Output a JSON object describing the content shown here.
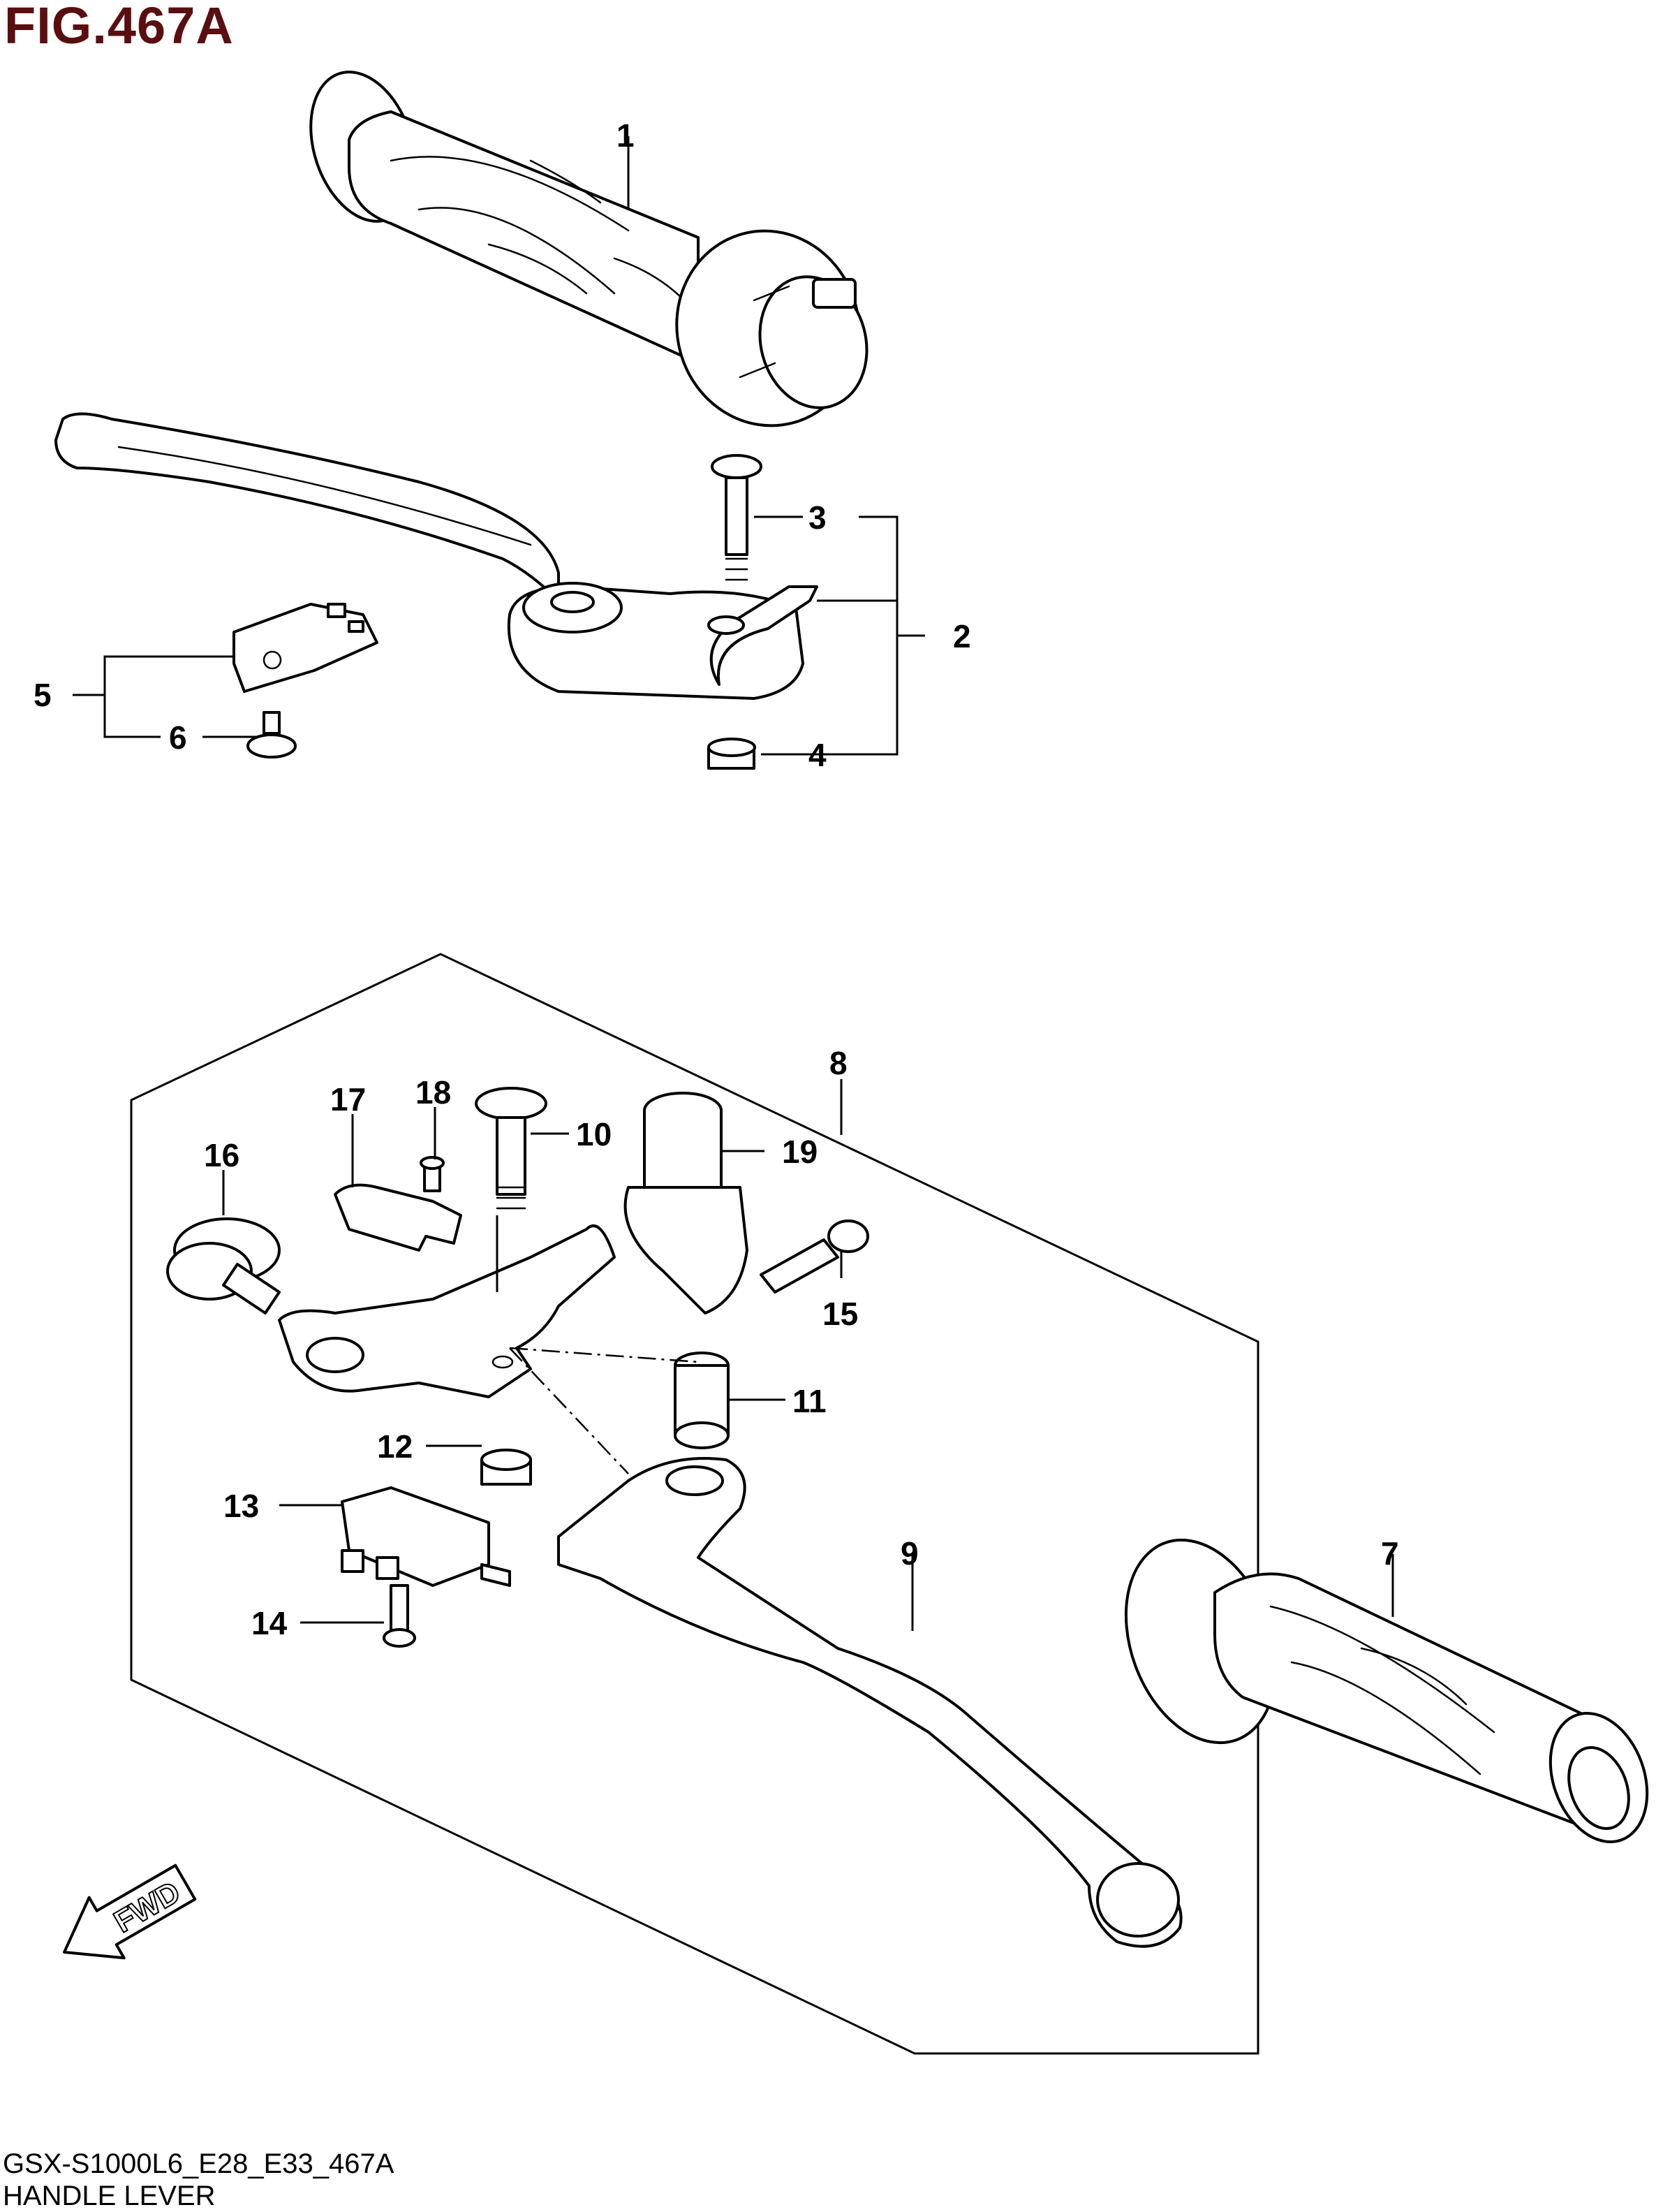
{
  "figure": {
    "title": "FIG.467A"
  },
  "footer": {
    "model_code": "GSX-S1000L6_E28_E33_467A",
    "section_name": "HANDLE LEVER"
  },
  "fwd_badge": {
    "label": "FWD",
    "icon": "fwd-arrow-icon"
  },
  "callouts": [
    "1",
    "2",
    "3",
    "4",
    "5",
    "6",
    "7",
    "8",
    "9",
    "10",
    "11",
    "12",
    "13",
    "14",
    "15",
    "16",
    "17",
    "18",
    "19"
  ],
  "colors": {
    "title": "#5a0e10",
    "lines": "#000000",
    "background": "#ffffff"
  }
}
